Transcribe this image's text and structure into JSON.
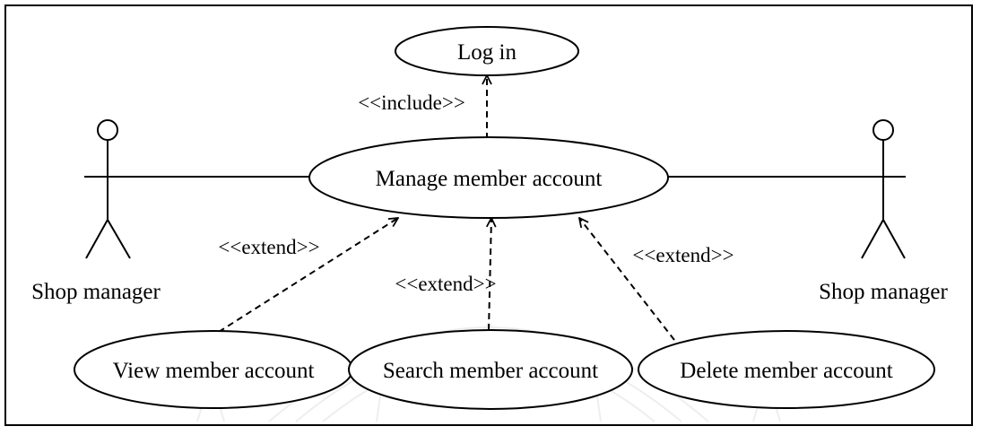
{
  "use_cases": {
    "login": "Log in",
    "manage": "Manage  member account",
    "view": "View  member account",
    "search": "Search  member account",
    "delete": "Delete  member account"
  },
  "actors": {
    "left": "Shop  manager",
    "right": "Shop  manager"
  },
  "relations": {
    "include": "<<include>>",
    "extend_view": "<<extend>>",
    "extend_search": "<<extend>>",
    "extend_delete": "<<extend>>"
  },
  "watermark": {
    "description": "faint university seal watermark behind diagram"
  }
}
